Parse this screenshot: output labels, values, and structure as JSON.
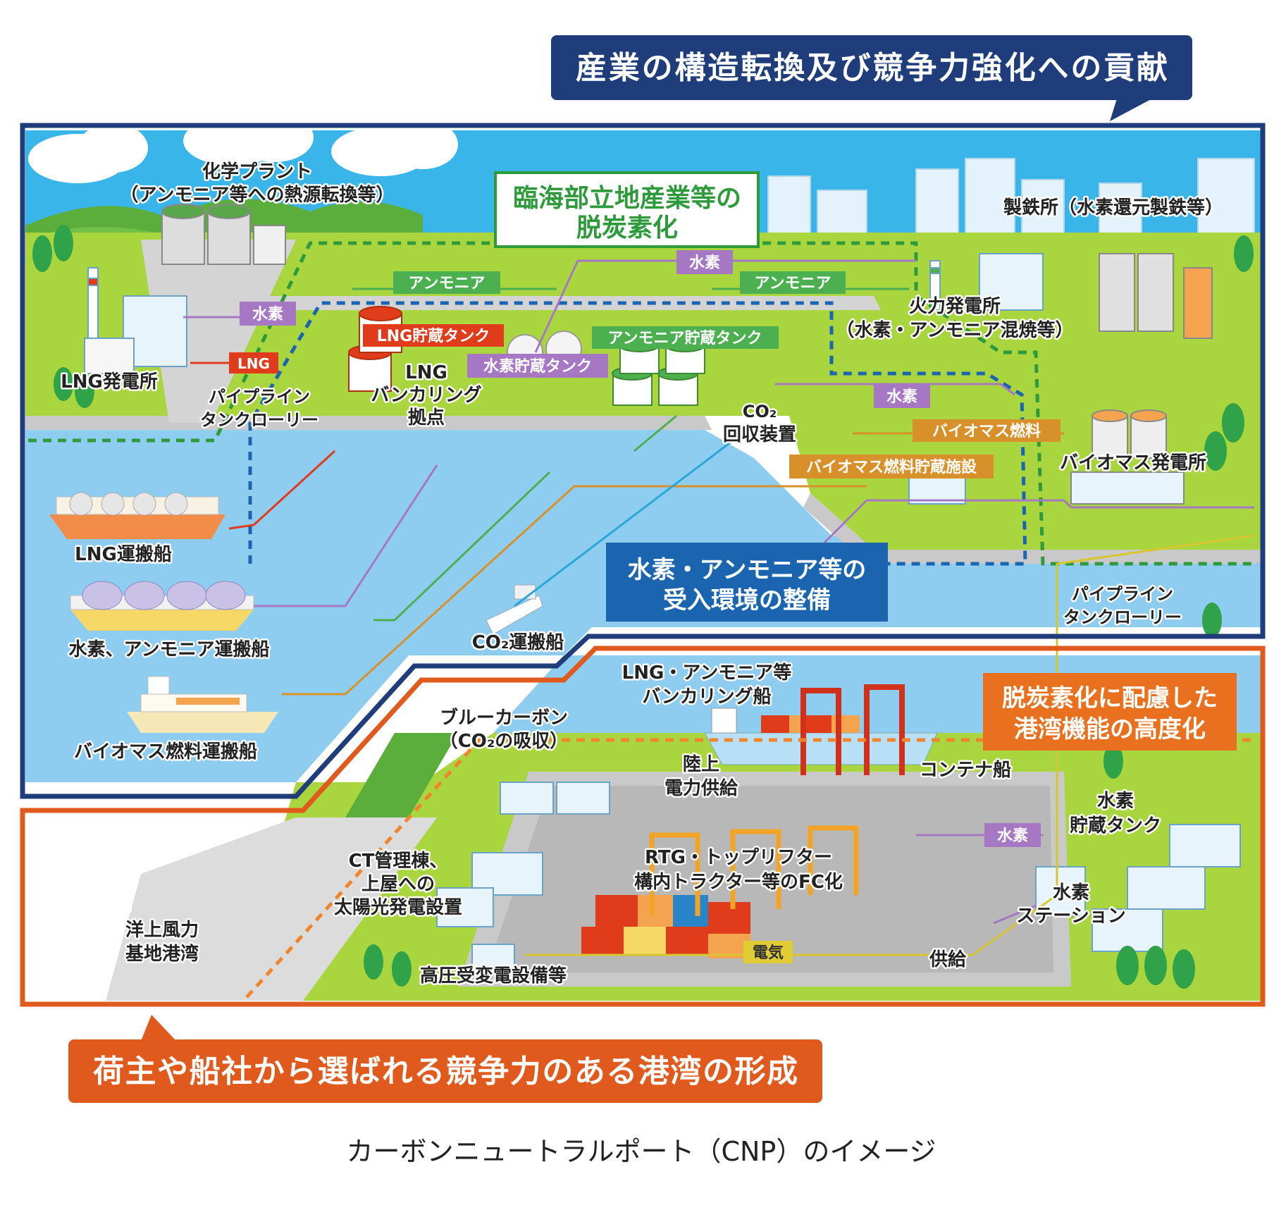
{
  "headlines": {
    "top": "産業の構造転換及び競争力強化への貢献",
    "bottom": "荷主や船社から選ばれる競争力のある港湾の形成"
  },
  "themes": {
    "industry_line1": "臨海部立地産業等の",
    "industry_line2": "脱炭素化",
    "receiving_line1": "水素・アンモニア等の",
    "receiving_line2": "受入環境の整備",
    "port_line1": "脱炭素化に配慮した",
    "port_line2": "港湾機能の高度化"
  },
  "facilities": {
    "chemical_plant_line1": "化学プラント",
    "chemical_plant_line2": "（アンモニア等への熱源転換等）",
    "steel_mill": "製鉄所（水素還元製鉄等）",
    "thermal_plant_line1": "火力発電所",
    "thermal_plant_line2": "（水素・アンモニア混焼等）",
    "lng_plant": "LNG発電所",
    "lng_bunkering_line1": "LNG",
    "lng_bunkering_line2": "バンカリング",
    "lng_bunkering_line3": "拠点",
    "co2_capture_line1": "CO₂",
    "co2_capture_line2": "回収装置",
    "biomass_plant": "バイオマス発電所",
    "pipeline_left_line1": "パイプライン",
    "pipeline_left_line2": "タンクローリー",
    "pipeline_right_line1": "パイプライン",
    "pipeline_right_line2": "タンクローリー"
  },
  "tanks": {
    "lng": "LNG貯蔵タンク",
    "hydrogen": "水素貯蔵タンク",
    "ammonia": "アンモニア貯蔵タンク",
    "biomass": "バイオマス燃料貯蔵施設"
  },
  "ships": {
    "lng_carrier": "LNG運搬船",
    "h2_nh3_carrier": "水素、アンモニア運搬船",
    "biomass_carrier": "バイオマス燃料運搬船",
    "co2_carrier": "CO₂運搬船",
    "bunkering_ship_line1": "LNG・アンモニア等",
    "bunkering_ship_line2": "バンカリング船",
    "container_ship": "コンテナ船"
  },
  "flows": {
    "ammonia_1": "アンモニア",
    "ammonia_2": "アンモニア",
    "hydrogen_1": "水素",
    "hydrogen_2": "水素",
    "hydrogen_3": "水素",
    "hydrogen_port": "水素",
    "lng": "LNG",
    "biomass_fuel": "バイオマス燃料",
    "electricity": "電気"
  },
  "port": {
    "blue_carbon_line1": "ブルーカーボン",
    "blue_carbon_line2": "（CO₂の吸収）",
    "shore_power_line1": "陸上",
    "shore_power_line2": "電力供給",
    "h2_tank_line1": "水素",
    "h2_tank_line2": "貯蔵タンク",
    "ct_building_line1": "CT管理棟、",
    "ct_building_line2": "上屋への",
    "ct_building_line3": "太陽光発電設置",
    "rtg_line1": "RTG・トップリフター",
    "rtg_line2": "構内トラクター等のFC化",
    "h2_station_line1": "水素",
    "h2_station_line2": "ステーション",
    "supply": "供給",
    "offshore_wind_line1": "洋上風力",
    "offshore_wind_line2": "基地港湾",
    "substation": "高圧受変電設備等"
  },
  "caption": "カーボンニュートラルポート（CNP）のイメージ",
  "colors": {
    "navy": "#1f3d7a",
    "orange": "#e05a1e",
    "green": "#2e9a3c",
    "blue": "#1a64b0",
    "purple": "#a678c4",
    "ammonia_green": "#4caf50",
    "lng_red": "#e03b1b",
    "biomass": "#d8912a",
    "sea": "#8fcdf0",
    "sky": "#3ab5ea",
    "land": "#a9d63e",
    "road": "#c9c9c9"
  }
}
